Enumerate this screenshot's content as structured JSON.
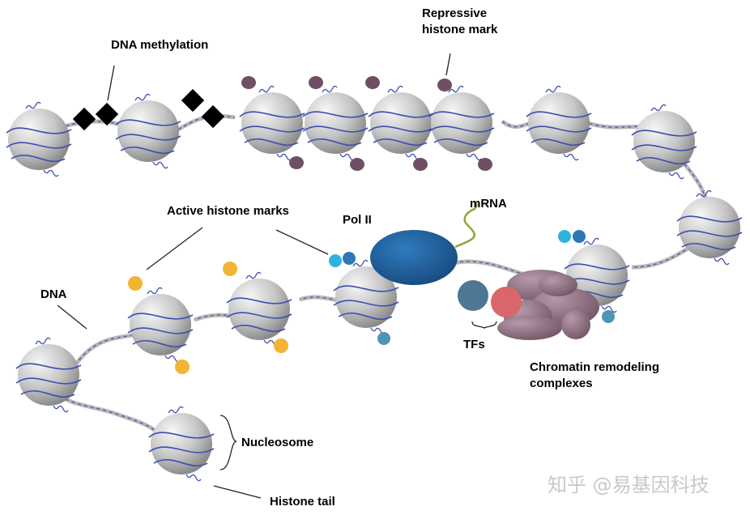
{
  "labels": {
    "dna_methylation": "DNA methylation",
    "repressive_line1": "Repressive",
    "repressive_line2": "histone mark",
    "active_marks": "Active histone marks",
    "pol2": "Pol II",
    "mrna": "mRNA",
    "dna": "DNA",
    "tfs": "TFs",
    "remodel_line1": "Chromatin remodeling",
    "remodel_line2": "complexes",
    "nucleosome": "Nucleosome",
    "histone_tail": "Histone tail"
  },
  "watermark": "知乎 @易基因科技",
  "colors": {
    "nucleosome_light": "#f4f4f4",
    "nucleosome_dark": "#8a8a8a",
    "dna_strand": "#3d4fb0",
    "dna_backbone": "#b8b8b8",
    "methylation": "#000000",
    "repressive_mark": "#6e4f63",
    "active_mark": "#f2b533",
    "pol2": "#1f5f9c",
    "mrna": "#98a23a",
    "tf_blue": "#4e7793",
    "tf_red": "#d9666b",
    "remodeler": "#8f7283",
    "mark_cyan": "#2fb2dd",
    "mark_blue": "#2d78b4",
    "small_blue": "#4d94b6"
  }
}
